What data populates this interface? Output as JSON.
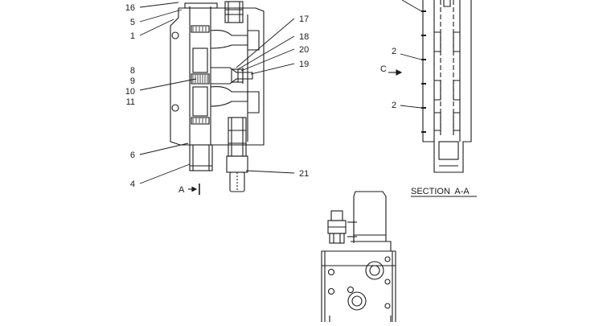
{
  "callouts": {
    "c16": "16",
    "c5": "5",
    "c1": "1",
    "c17": "17",
    "c18": "18",
    "c20": "20",
    "c19": "19",
    "c8": "8",
    "c9": "9",
    "c10": "10",
    "c11": "11",
    "c6": "6",
    "c4": "4",
    "c21": "21",
    "c2a": "2",
    "c2b": "2"
  },
  "view_markers": {
    "a_arrow": "A",
    "c_arrow": "C"
  },
  "section_title": "SECTION  A-A",
  "colors": {
    "line": "#1a1a1a",
    "background": "#ffffff"
  }
}
